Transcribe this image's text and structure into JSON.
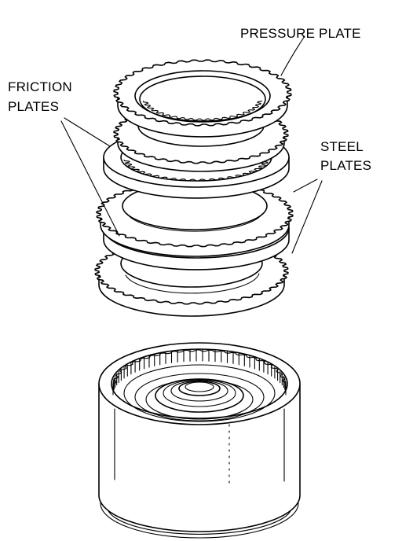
{
  "labels": {
    "pressure_plate": "PRESSURE PLATE",
    "friction_line1": "FRICTION",
    "friction_line2": "PLATES",
    "steel_line1": "STEEL",
    "steel_line2": "PLATES"
  },
  "colors": {
    "ink": "#000000",
    "paper": "#ffffff"
  }
}
